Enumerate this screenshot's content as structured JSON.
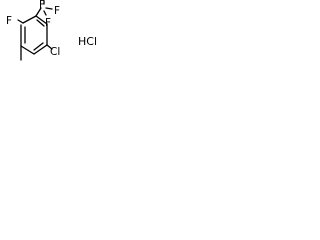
{
  "molecule": {
    "atoms": {
      "fluorine_ring": "F",
      "trifluoromethyl_f1": "F",
      "trifluoromethyl_f2": "F",
      "trifluoromethyl_f3": "F",
      "chlorine": "Cl"
    },
    "salt": "HCl"
  }
}
